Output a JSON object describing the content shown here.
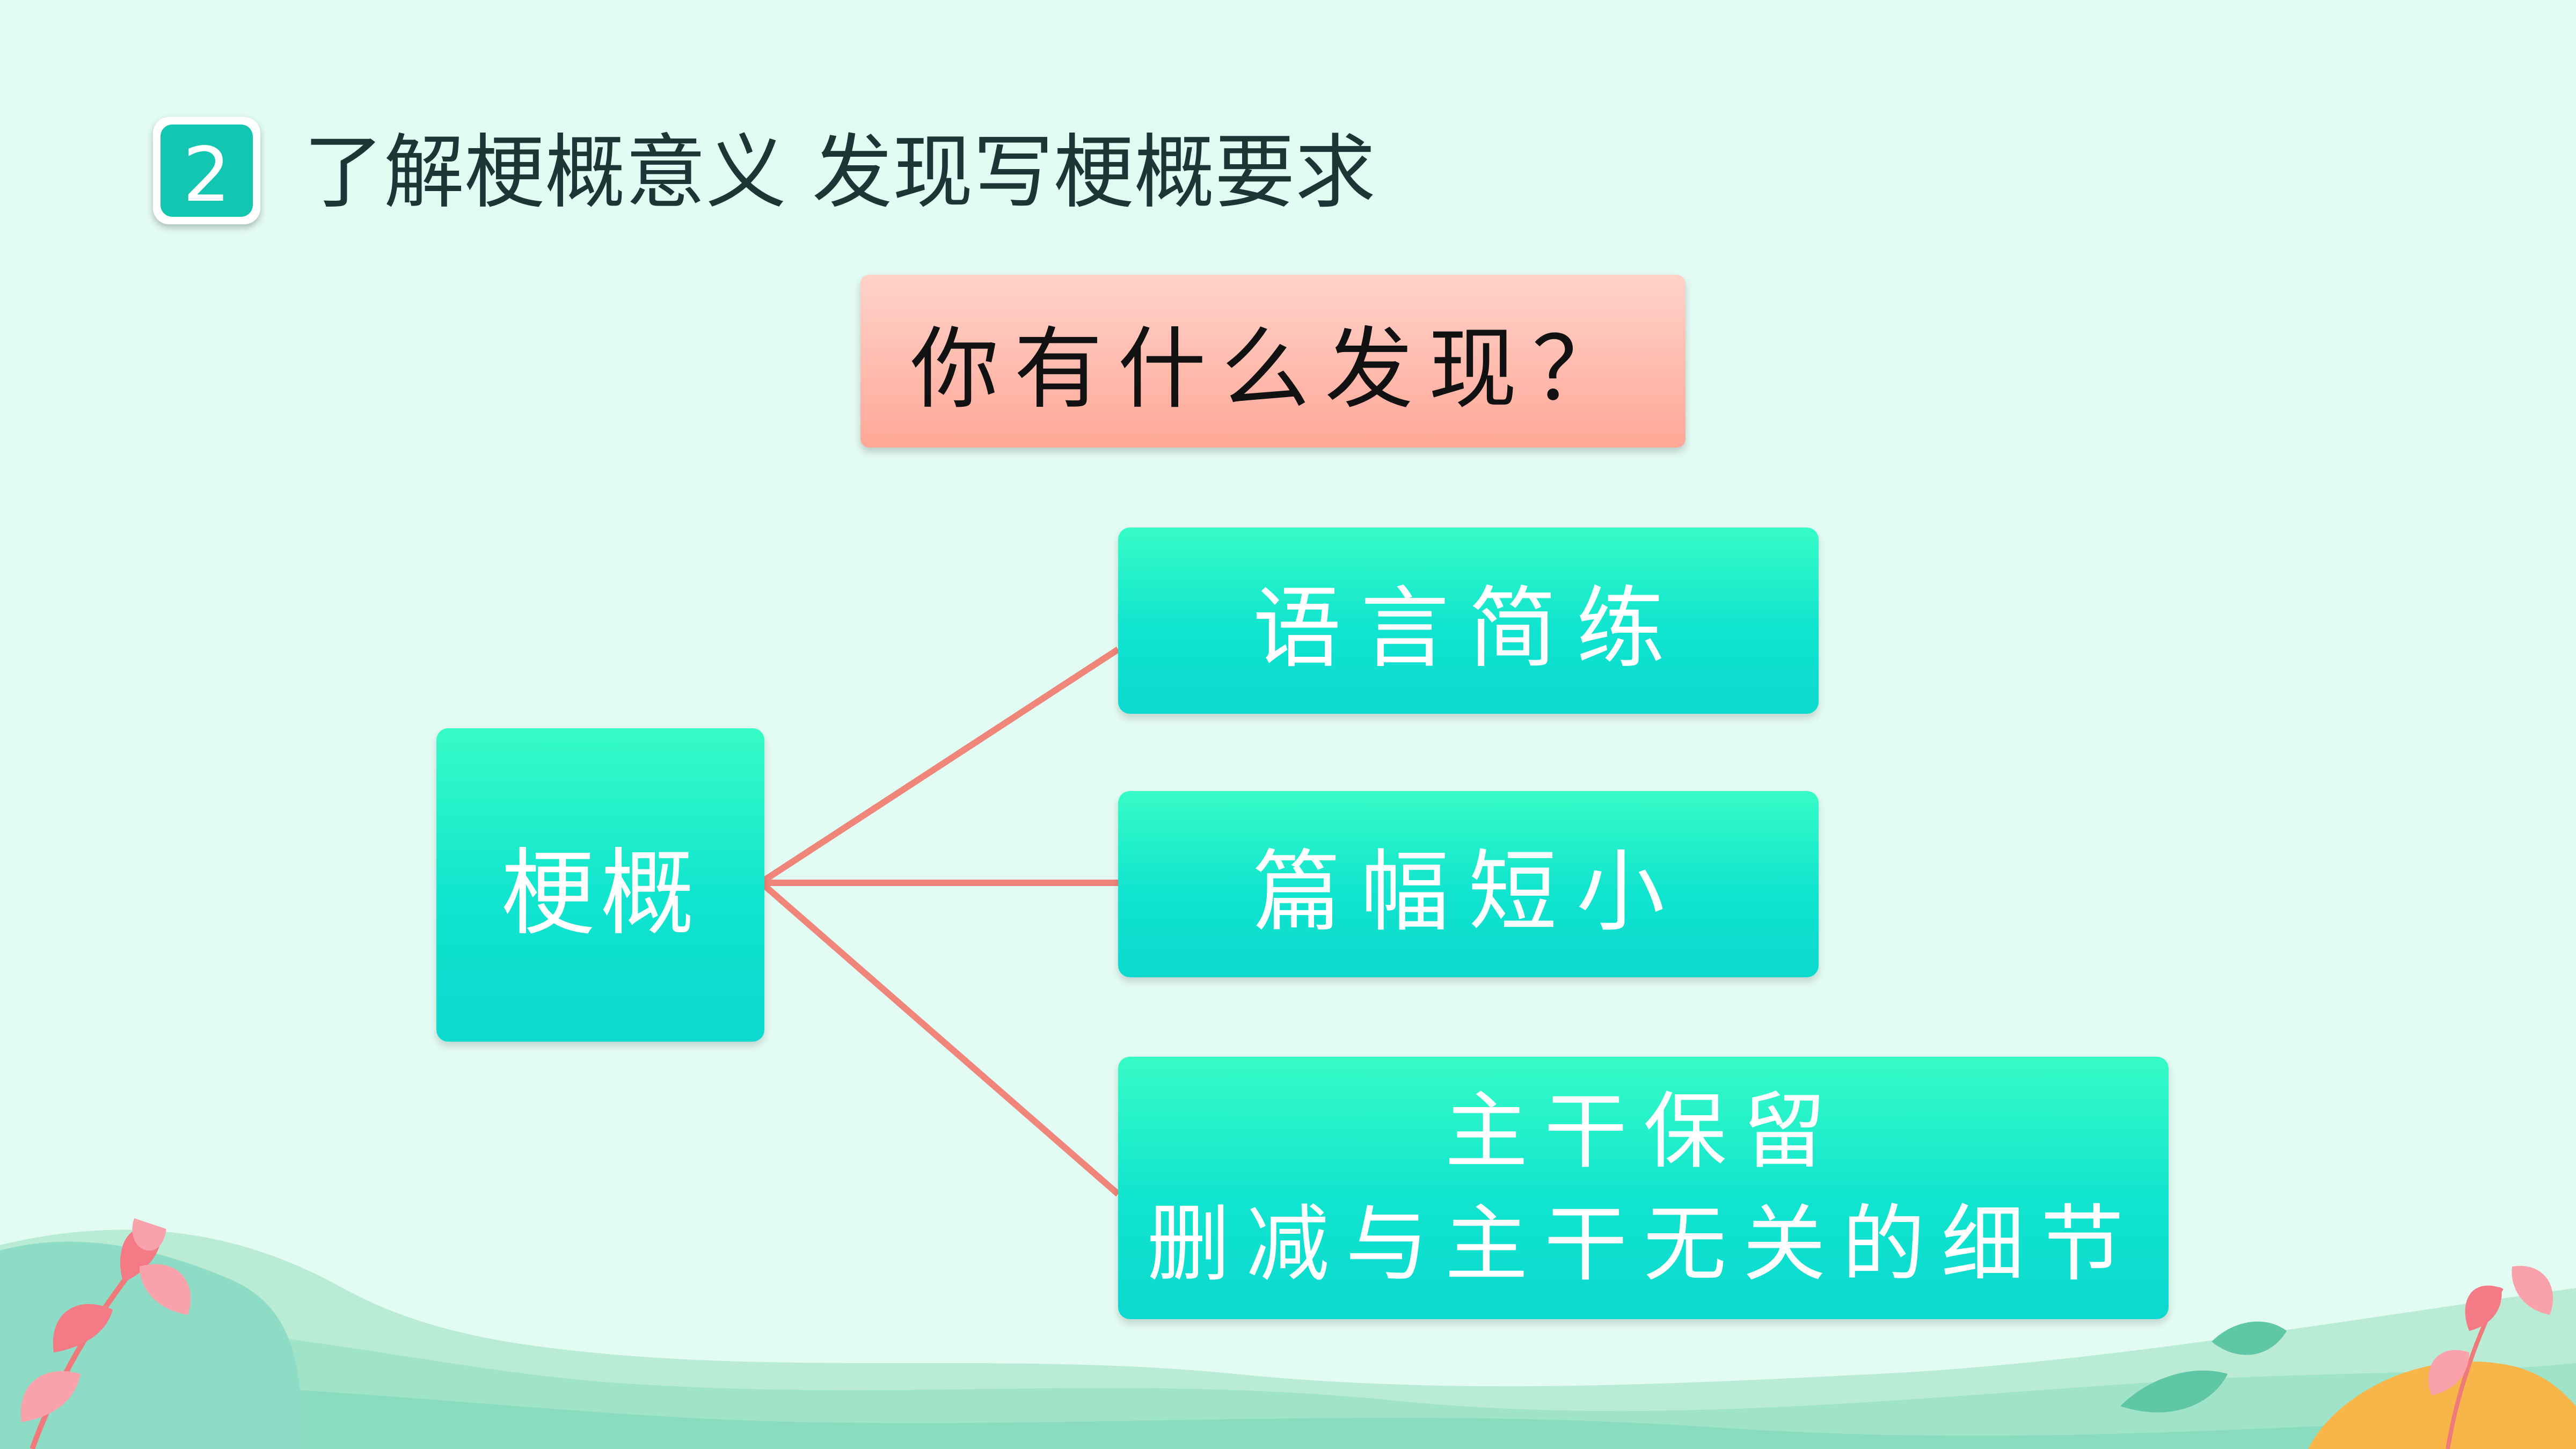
{
  "header": {
    "number": "2",
    "title": "了解梗概意义 发现写梗概要求"
  },
  "question": "你有什么发现？",
  "diagram": {
    "root": "梗概",
    "branches": [
      {
        "lines": [
          "语言简练"
        ]
      },
      {
        "lines": [
          "篇幅短小"
        ]
      },
      {
        "lines": [
          "主干保留",
          "删减与主干无关的细节"
        ]
      }
    ]
  },
  "colors": {
    "background": "#e2fbf3",
    "badge": "#13c6b2",
    "node_top": "#36fcc6",
    "node_bottom": "#0bd9cf",
    "question_top": "#ffd2ca",
    "question_bottom": "#ffa897",
    "connector": "#f0857a"
  },
  "decor": {
    "left": "pink-leaf-branch-icon",
    "right": "pink-leaf-branch-icon"
  }
}
